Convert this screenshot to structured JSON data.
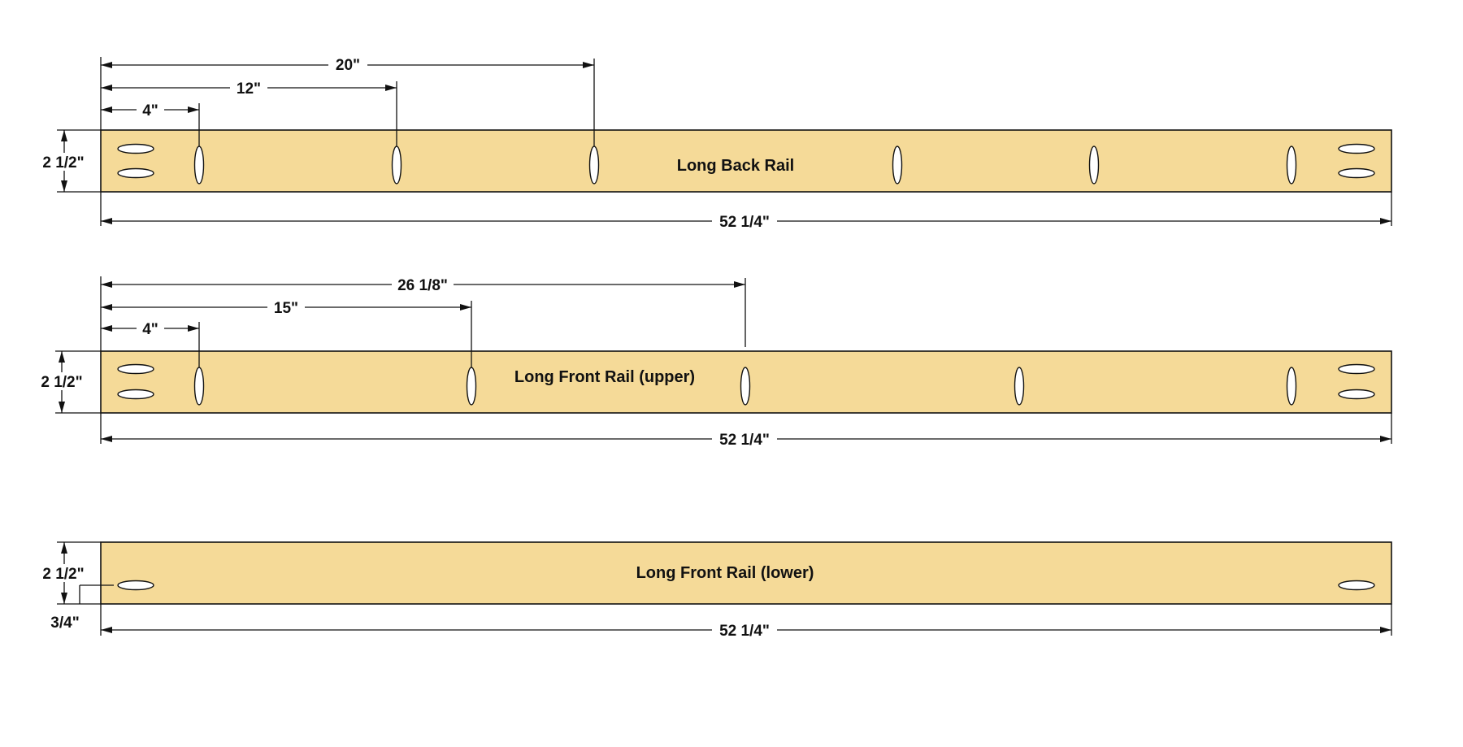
{
  "boards": [
    {
      "name": "Long Back Rail",
      "length": "52 1/4\"",
      "height": "2 1/2\"",
      "top_dimensions": [
        "20\"",
        "12\"",
        "4\""
      ]
    },
    {
      "name": "Long Front Rail (upper)",
      "length": "52 1/4\"",
      "height": "2 1/2\"",
      "top_dimensions": [
        "26 1/8\"",
        "15\"",
        "4\""
      ]
    },
    {
      "name": "Long Front Rail (lower)",
      "length": "52 1/4\"",
      "height": "2 1/2\"",
      "hole_offset": "3/4\""
    }
  ]
}
